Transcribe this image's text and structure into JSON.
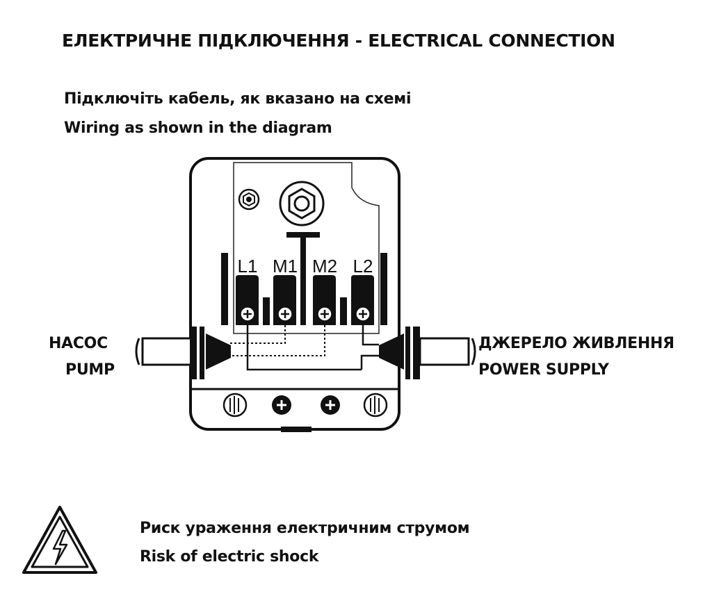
{
  "title": "ЕЛЕКТРИЧНЕ ПІДКЛЮЧЕННЯ - ELECTRICAL CONNECTION",
  "instructions": {
    "uk": "Підключіть кабель, як вказано на схемі",
    "en": "Wiring as shown in the diagram"
  },
  "terminals": [
    "L1",
    "M1",
    "M2",
    "L2"
  ],
  "pump": {
    "uk": "НАСОС",
    "en": "PUMP"
  },
  "power_supply": {
    "uk": "ДЖЕРЕЛО ЖИВЛЕННЯ",
    "en": "POWER SUPPLY"
  },
  "warning": {
    "uk": "Риск ураження електричним струмом",
    "en": "Risk of electric shock",
    "icon": "electric-shock-warning-icon"
  },
  "colors": {
    "ink": "#111111",
    "background": "#ffffff"
  }
}
